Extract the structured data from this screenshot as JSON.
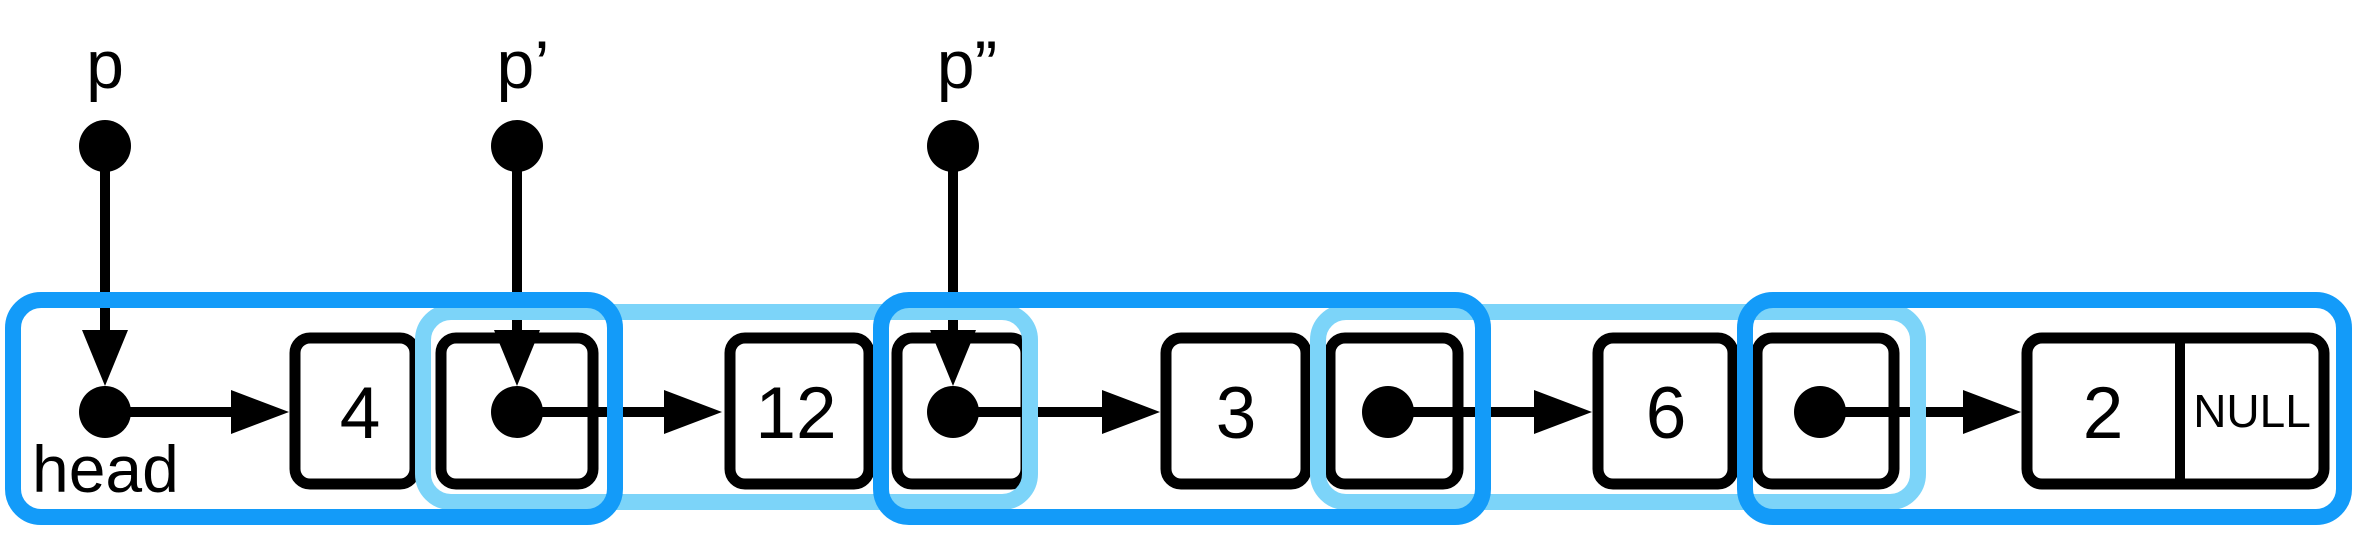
{
  "diagram": {
    "description": "Singly linked list with head pointer, three traversal pointers and overlapping node-pair windows",
    "colors": {
      "window_dark_blue": "#139bf9",
      "window_light_blue": "#7cd4f9",
      "ink_black": "#000000",
      "background": "#ffffff"
    },
    "top_pointers": [
      {
        "label": "p"
      },
      {
        "label": "p’"
      },
      {
        "label": "p”"
      }
    ],
    "head": {
      "label": "head"
    },
    "nodes": [
      {
        "value": "4"
      },
      {
        "value": "12"
      },
      {
        "value": "3"
      },
      {
        "value": "6"
      },
      {
        "value": "2",
        "next_label": "NULL"
      }
    ],
    "windows": [
      {
        "shade": "dark"
      },
      {
        "shade": "light"
      },
      {
        "shade": "dark"
      },
      {
        "shade": "light"
      },
      {
        "shade": "dark"
      }
    ]
  }
}
